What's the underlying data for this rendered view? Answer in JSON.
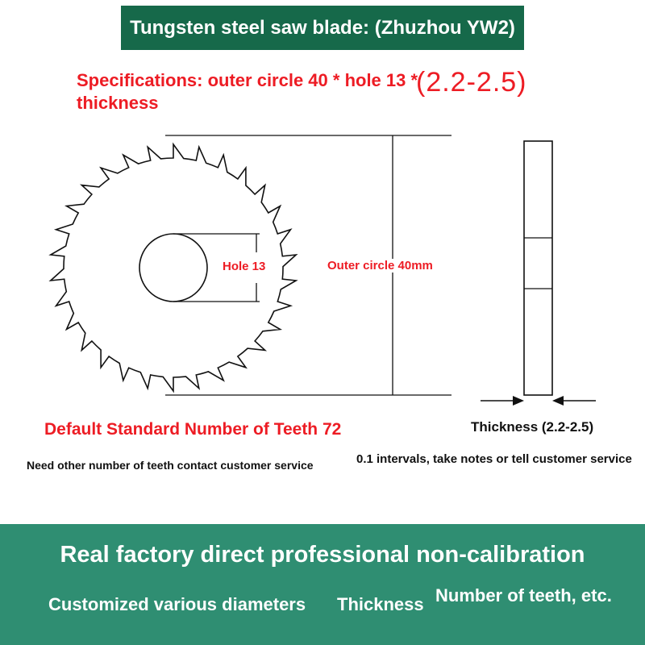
{
  "banner": {
    "title": "Tungsten steel saw blade: (Zhuzhou YW2)"
  },
  "specs": {
    "text": "Specifications: outer circle 40 * hole 13 * thickness",
    "range": "(2.2-2.5)"
  },
  "diagram": {
    "hole_label": "Hole 13",
    "outer_label": "Outer circle 40mm",
    "thickness_label": "Thickness (2.2-2.5)",
    "default_teeth_note": "Default Standard Number of Teeth 72",
    "other_teeth_note": "Need other number of teeth contact customer service",
    "intervals_note": "0.1 intervals, take notes or tell customer service",
    "teeth_count": 30
  },
  "footer": {
    "headline": "Real factory direct professional non-calibration",
    "items": [
      {
        "label": "Customized various diameters"
      },
      {
        "label": "Thickness"
      },
      {
        "label": "Number of teeth, etc."
      }
    ]
  },
  "colors": {
    "banner_green": "#16694a",
    "footer_green": "#2f8e72",
    "accent_red": "#ed1c24"
  }
}
